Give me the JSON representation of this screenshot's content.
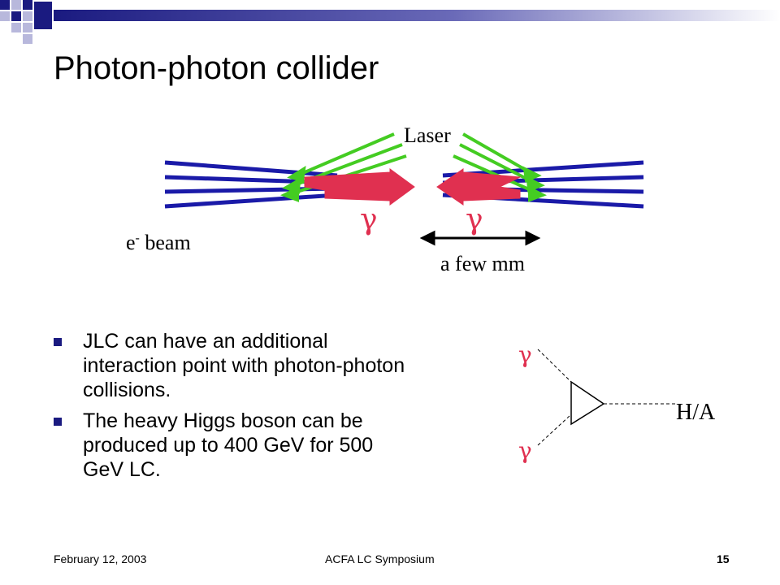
{
  "slide": {
    "title": "Photon-photon collider",
    "diagram": {
      "laser_label": "Laser",
      "gamma_left": "γ",
      "gamma_right": "γ",
      "beam_label_prefix": "e",
      "beam_label_sup": "-",
      "beam_label_suffix": " beam",
      "distance_label": "a few mm"
    },
    "bullets": [
      "JLC can have an additional interaction point with photon-photon collisions.",
      "The heavy Higgs boson can be produced up to 400 GeV for 500 GeV LC."
    ],
    "feynman": {
      "gamma_top": "γ",
      "gamma_bottom": "γ",
      "output_label": "H/A"
    }
  },
  "footer": {
    "date": "February 12, 2003",
    "center": "ACFA LC Symposium",
    "page": "15"
  },
  "colors": {
    "beam": "#1a1aa8",
    "laser": "#44cc22",
    "photon": "#e03050",
    "deco_dark": "#1a1a80",
    "deco_light": "#b8b8dc"
  }
}
